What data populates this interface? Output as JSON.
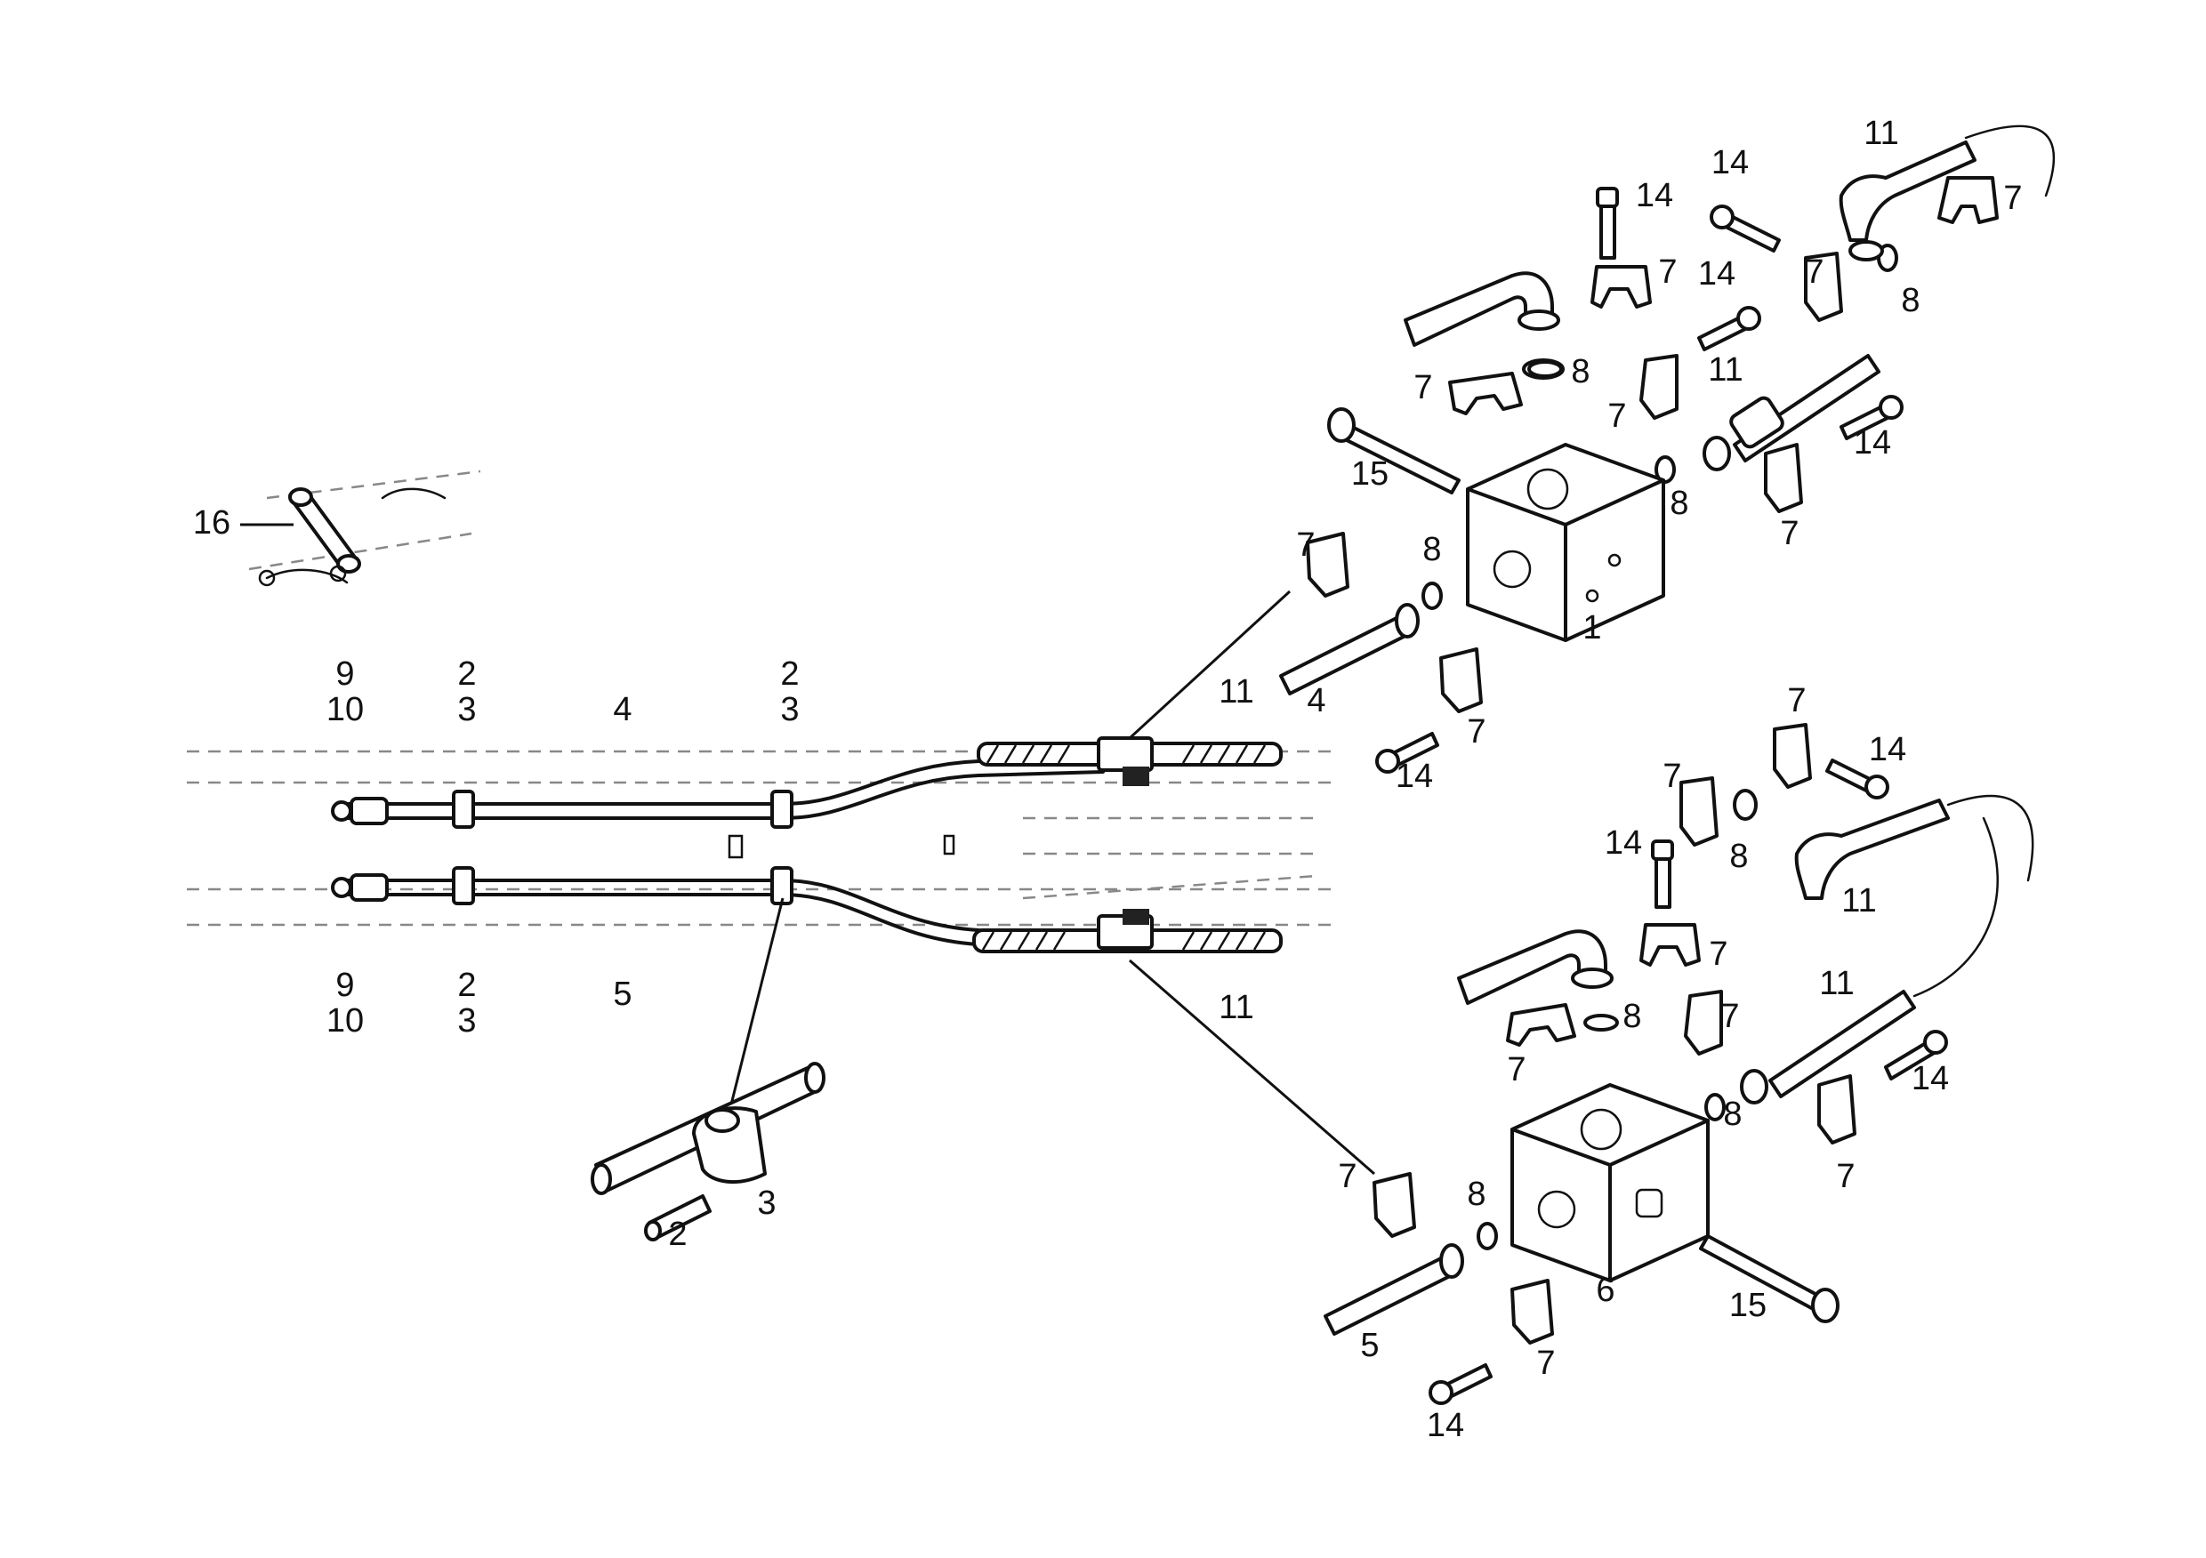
{
  "figure": {
    "description_kind": "exploded-parts-diagram",
    "colors": {
      "ink": "#111111",
      "paper": "#ffffff",
      "faint": "#888888"
    }
  },
  "callouts": [
    {
      "id": "c16",
      "label": "16"
    },
    {
      "id": "c9a",
      "label": "9"
    },
    {
      "id": "c10a",
      "label": "10"
    },
    {
      "id": "c2a",
      "label": "2"
    },
    {
      "id": "c3a",
      "label": "3"
    },
    {
      "id": "c4a",
      "label": "4"
    },
    {
      "id": "c2b",
      "label": "2"
    },
    {
      "id": "c3b",
      "label": "3"
    },
    {
      "id": "c11a",
      "label": "11"
    },
    {
      "id": "c9b",
      "label": "9"
    },
    {
      "id": "c10b",
      "label": "10"
    },
    {
      "id": "c2c",
      "label": "2"
    },
    {
      "id": "c3c",
      "label": "3"
    },
    {
      "id": "c5a",
      "label": "5"
    },
    {
      "id": "c11b",
      "label": "11"
    },
    {
      "id": "c2d",
      "label": "2"
    },
    {
      "id": "c3d",
      "label": "3"
    },
    {
      "id": "c14a",
      "label": "14"
    },
    {
      "id": "c14b",
      "label": "14"
    },
    {
      "id": "c11c",
      "label": "11"
    },
    {
      "id": "c7a",
      "label": "7"
    },
    {
      "id": "c7b",
      "label": "7"
    },
    {
      "id": "c8a",
      "label": "8"
    },
    {
      "id": "c14c",
      "label": "14"
    },
    {
      "id": "c7c",
      "label": "7"
    },
    {
      "id": "c8b",
      "label": "8"
    },
    {
      "id": "c7d",
      "label": "7"
    },
    {
      "id": "c7e",
      "label": "7"
    },
    {
      "id": "c11d",
      "label": "11"
    },
    {
      "id": "c14d",
      "label": "14"
    },
    {
      "id": "c15a",
      "label": "15"
    },
    {
      "id": "c8c",
      "label": "8"
    },
    {
      "id": "c7f",
      "label": "7"
    },
    {
      "id": "c7g",
      "label": "7"
    },
    {
      "id": "c8d",
      "label": "8"
    },
    {
      "id": "c1",
      "label": "1"
    },
    {
      "id": "c4b",
      "label": "4"
    },
    {
      "id": "c7h",
      "label": "7"
    },
    {
      "id": "c14e",
      "label": "14"
    },
    {
      "id": "c7i",
      "label": "7"
    },
    {
      "id": "c14f",
      "label": "14"
    },
    {
      "id": "c7j",
      "label": "7"
    },
    {
      "id": "c8e",
      "label": "8"
    },
    {
      "id": "c14g",
      "label": "14"
    },
    {
      "id": "c11e",
      "label": "11"
    },
    {
      "id": "c7k",
      "label": "7"
    },
    {
      "id": "c8f",
      "label": "8"
    },
    {
      "id": "c7l",
      "label": "7"
    },
    {
      "id": "c7m",
      "label": "7"
    },
    {
      "id": "c11f",
      "label": "11"
    },
    {
      "id": "c14h",
      "label": "14"
    },
    {
      "id": "c8g",
      "label": "8"
    },
    {
      "id": "c7n",
      "label": "7"
    },
    {
      "id": "c7o",
      "label": "7"
    },
    {
      "id": "c8h",
      "label": "8"
    },
    {
      "id": "c6",
      "label": "6"
    },
    {
      "id": "c15b",
      "label": "15"
    },
    {
      "id": "c5b",
      "label": "5"
    },
    {
      "id": "c7p",
      "label": "7"
    },
    {
      "id": "c14i",
      "label": "14"
    }
  ]
}
